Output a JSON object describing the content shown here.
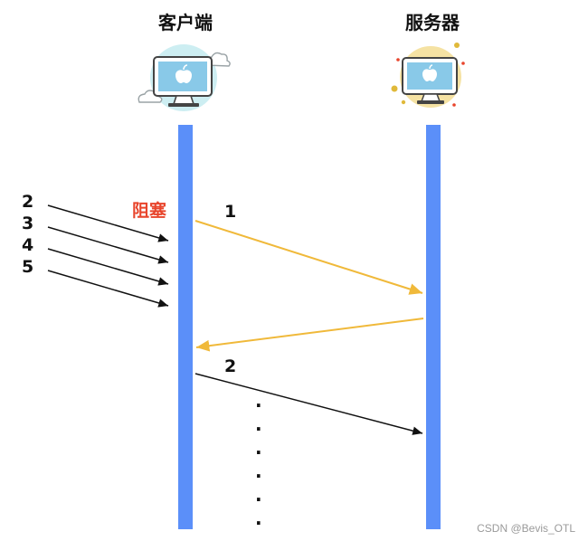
{
  "client": {
    "title": "客户端",
    "icon": "computer-with-clouds-icon"
  },
  "server": {
    "title": "服务器",
    "icon": "computer-with-sun-icon"
  },
  "blocked_label": "阻塞",
  "pending_requests": [
    "2",
    "3",
    "4",
    "5"
  ],
  "request_1_label": "1",
  "request_2_label": "2",
  "continuation_dots": [
    ".",
    ".",
    ".",
    ".",
    ".",
    "."
  ],
  "watermark": "CSDN @Bevis_OTL",
  "colors": {
    "lifeline": "#5b8ff9",
    "request_arrow": "#f0b93a",
    "blocked_text": "#e8452c",
    "arrow_black": "#111111"
  }
}
